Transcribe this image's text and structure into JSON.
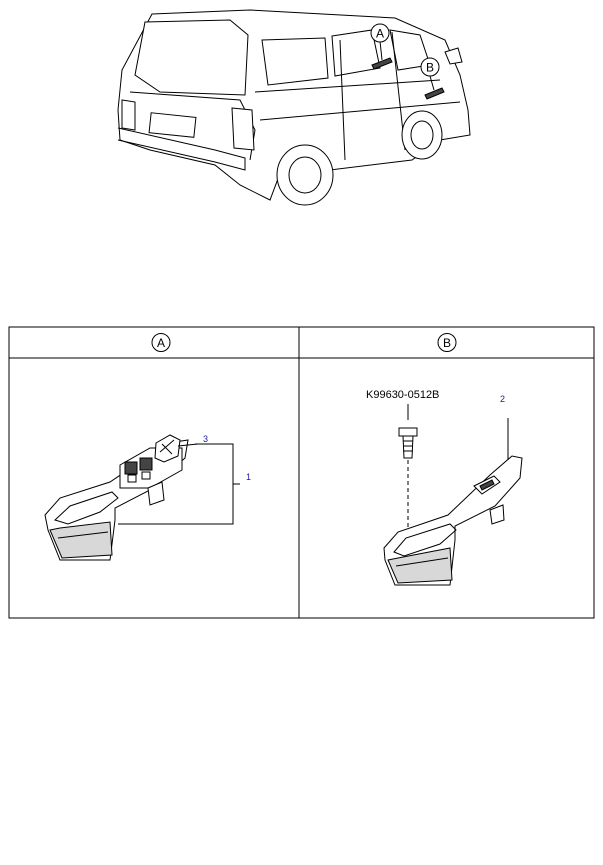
{
  "vehicle_view": {
    "callouts": [
      "A",
      "B"
    ]
  },
  "detail_table": {
    "columns": [
      {
        "header": "A",
        "labels": {
          "assembly": "1",
          "switch": "3"
        }
      },
      {
        "header": "B",
        "labels": {
          "part_code": "K99630-0512B",
          "trim": "2"
        }
      }
    ]
  }
}
